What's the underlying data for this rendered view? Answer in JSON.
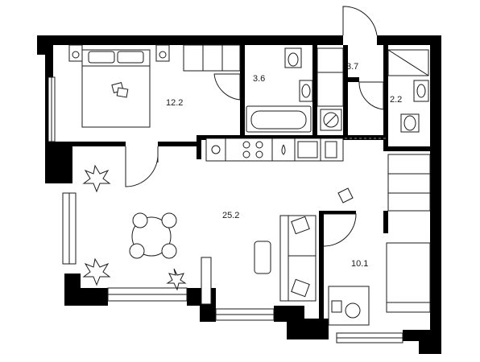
{
  "rooms": [
    {
      "id": "bedroom",
      "area": "12.2"
    },
    {
      "id": "bathroom",
      "area": "3.6"
    },
    {
      "id": "hall",
      "area": "3.7"
    },
    {
      "id": "toilet",
      "area": "2.2"
    },
    {
      "id": "living",
      "area": "25.2"
    },
    {
      "id": "second-bedroom",
      "area": "10.1"
    }
  ]
}
